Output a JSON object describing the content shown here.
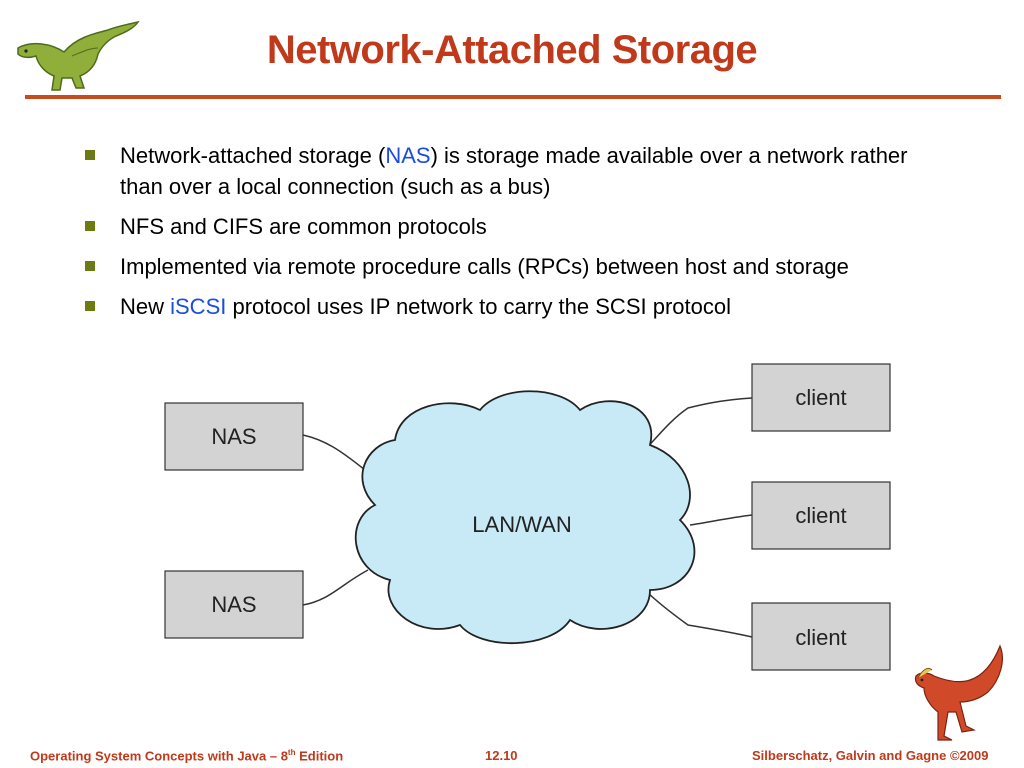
{
  "slide": {
    "title": "Network-Attached Storage",
    "bullets": [
      {
        "pre": "Network-attached storage (",
        "highlight": "NAS",
        "post": ") is storage made available over a network rather than over a local connection (such as a bus)"
      },
      {
        "pre": "NFS and CIFS are common protocols",
        "highlight": "",
        "post": ""
      },
      {
        "pre": "Implemented via remote procedure calls (RPCs) between host and storage",
        "highlight": "",
        "post": ""
      },
      {
        "pre": "New ",
        "highlight": "iSCSI",
        "post": " protocol uses IP network to carry the SCSI protocol"
      }
    ]
  },
  "diagram": {
    "cloud_label": "LAN/WAN",
    "nas_labels": [
      "NAS",
      "NAS"
    ],
    "client_labels": [
      "client",
      "client",
      "client"
    ]
  },
  "footer": {
    "left_main": "Operating System Concepts  with Java – 8",
    "left_sup": "th",
    "left_end": " Edition",
    "page": "12.10",
    "right": "Silberschatz, Galvin and Gagne ©2009"
  },
  "colors": {
    "title": "#c0391b",
    "rule": "#c84b1e",
    "bullet": "#6b7a12",
    "highlight": "#1a4de0",
    "box_fill": "#d3d3d3",
    "cloud_fill": "#c8eaf7"
  },
  "icons": [
    "dinosaur-logo-icon",
    "dinosaur-mascot-icon"
  ]
}
